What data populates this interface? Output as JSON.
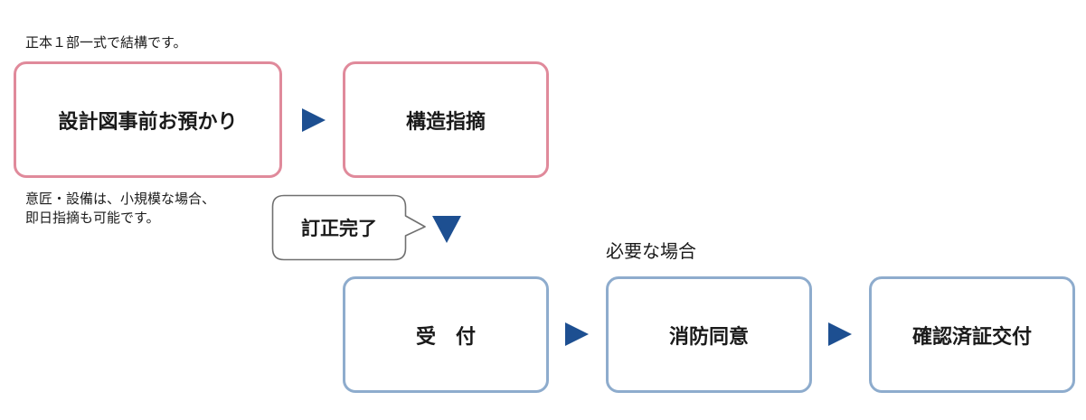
{
  "notes": {
    "top": "正本１部一式で結構です。",
    "bottom": "意匠・設備は、小規模な場合、\n即日指摘も可能です。"
  },
  "boxes": {
    "advance": "設計図事前お預かり",
    "structural": "構造指摘",
    "reception": "受　付",
    "fire": "消防同意",
    "certificate": "確認済証交付"
  },
  "callout": {
    "text": "訂正完了"
  },
  "label": {
    "if_needed": "必要な場合"
  },
  "colors": {
    "pink_border": "#e08a9b",
    "blue_border": "#8eaccd",
    "arrow": "#1d4f91"
  }
}
